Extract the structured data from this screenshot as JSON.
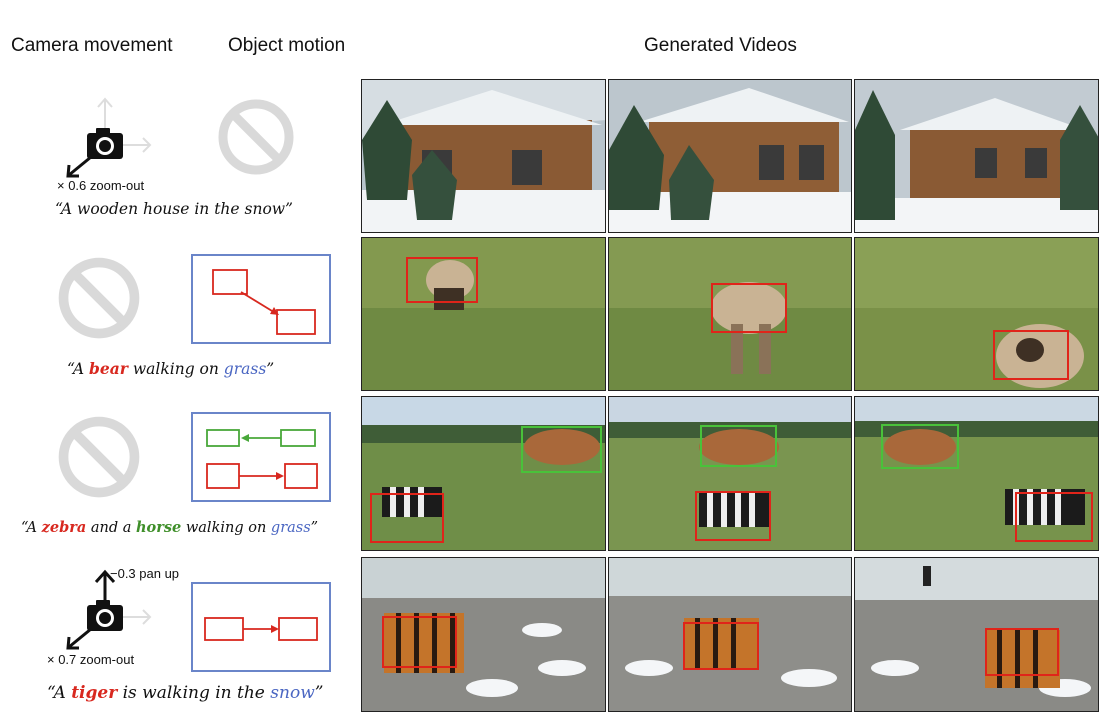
{
  "headers": {
    "camera_movement": "Camera movement",
    "object_motion": "Object motion",
    "generated_videos": "Generated Videos"
  },
  "rows": [
    {
      "camera_label": "× 0.6 zoom-out",
      "caption": {
        "p1": "“A wooden house in the snow”"
      }
    },
    {
      "caption": {
        "p1": "“A ",
        "obj1": "bear",
        "p2": " walking on ",
        "bg": "grass",
        "p3": "”"
      }
    },
    {
      "caption": {
        "p1": "“A ",
        "obj1": "zebra",
        "p2": " and a ",
        "obj2": "horse",
        "p3": " walking on ",
        "bg": "grass",
        "p4": "”"
      }
    },
    {
      "camera_label_pan": "−0.3 pan up",
      "camera_label": "× 0.7 zoom-out",
      "caption": {
        "p1": "“A ",
        "obj1": "tiger",
        "p2": " is walking in the ",
        "bg": "snow",
        "p3": "”"
      }
    }
  ],
  "colors": {
    "object_red": "#d8281f",
    "object_green": "#3f8f2a",
    "background_blue": "#4a66c2",
    "motion_box_border": "#6a85c9"
  },
  "icons": [
    "camera-icon",
    "no-motion-icon",
    "arrow-icon"
  ]
}
